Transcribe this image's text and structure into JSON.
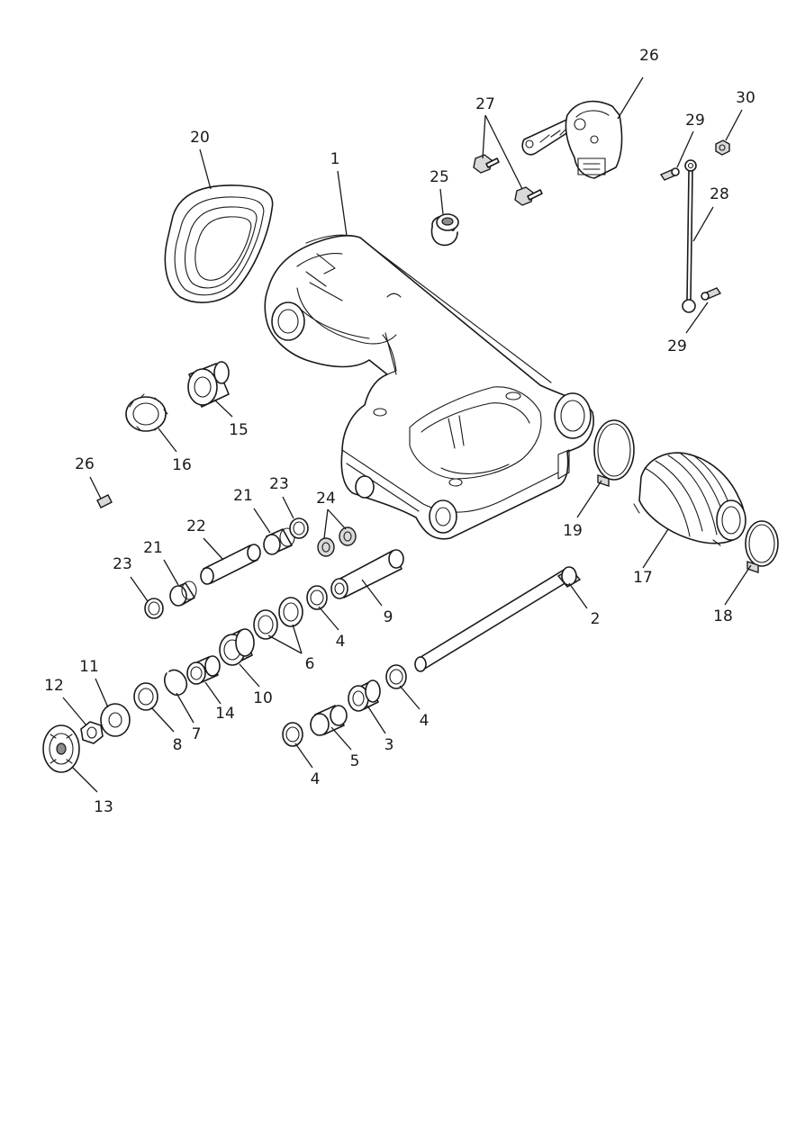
{
  "callouts": [
    {
      "id": "c1",
      "label": "1"
    },
    {
      "id": "c2",
      "label": "2"
    },
    {
      "id": "c3",
      "label": "3"
    },
    {
      "id": "c4a",
      "label": "4"
    },
    {
      "id": "c4b",
      "label": "4"
    },
    {
      "id": "c4c",
      "label": "4"
    },
    {
      "id": "c5",
      "label": "5"
    },
    {
      "id": "c6",
      "label": "6"
    },
    {
      "id": "c7",
      "label": "7"
    },
    {
      "id": "c8",
      "label": "8"
    },
    {
      "id": "c9",
      "label": "9"
    },
    {
      "id": "c10",
      "label": "10"
    },
    {
      "id": "c11",
      "label": "11"
    },
    {
      "id": "c12",
      "label": "12"
    },
    {
      "id": "c13",
      "label": "13"
    },
    {
      "id": "c14",
      "label": "14"
    },
    {
      "id": "c15",
      "label": "15"
    },
    {
      "id": "c16",
      "label": "16"
    },
    {
      "id": "c17",
      "label": "17"
    },
    {
      "id": "c18",
      "label": "18"
    },
    {
      "id": "c19",
      "label": "19"
    },
    {
      "id": "c20",
      "label": "20"
    },
    {
      "id": "c21a",
      "label": "21"
    },
    {
      "id": "c21b",
      "label": "21"
    },
    {
      "id": "c22",
      "label": "22"
    },
    {
      "id": "c23a",
      "label": "23"
    },
    {
      "id": "c23b",
      "label": "23"
    },
    {
      "id": "c24",
      "label": "24"
    },
    {
      "id": "c25",
      "label": "25"
    },
    {
      "id": "c26a",
      "label": "26"
    },
    {
      "id": "c26b",
      "label": "26"
    },
    {
      "id": "c27",
      "label": "27"
    },
    {
      "id": "c28",
      "label": "28"
    },
    {
      "id": "c29a",
      "label": "29"
    },
    {
      "id": "c29b",
      "label": "29"
    },
    {
      "id": "c30",
      "label": "30"
    }
  ]
}
